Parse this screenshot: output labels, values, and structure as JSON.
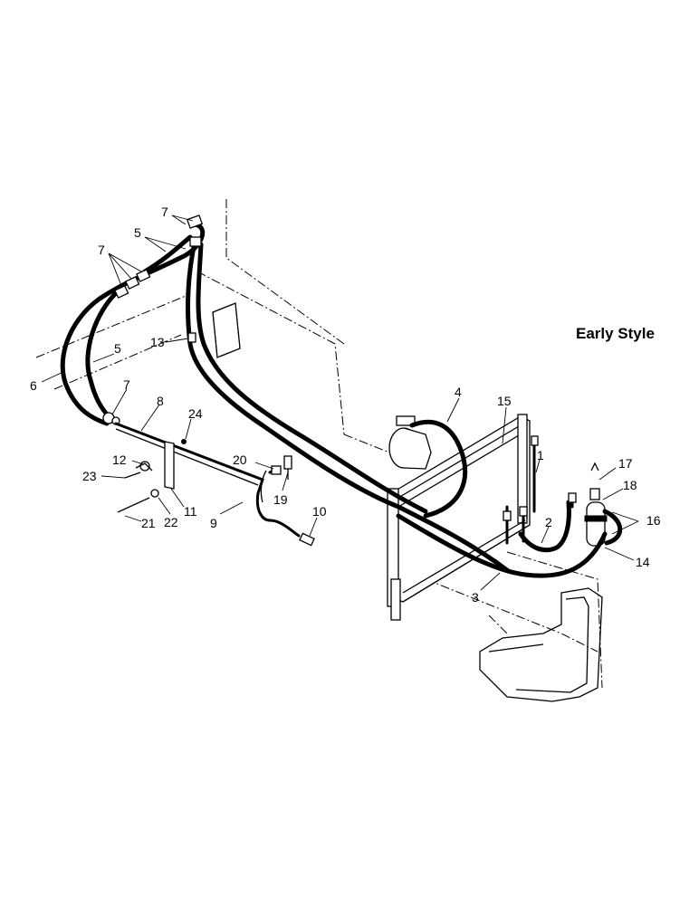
{
  "title": "Early Style",
  "callouts": [
    {
      "id": "c1",
      "text": "1"
    },
    {
      "id": "c2",
      "text": "2"
    },
    {
      "id": "c3",
      "text": "3"
    },
    {
      "id": "c4",
      "text": "4"
    },
    {
      "id": "c5a",
      "text": "5"
    },
    {
      "id": "c5b",
      "text": "5"
    },
    {
      "id": "c6",
      "text": "6"
    },
    {
      "id": "c7a",
      "text": "7"
    },
    {
      "id": "c7b",
      "text": "7"
    },
    {
      "id": "c7c",
      "text": "7"
    },
    {
      "id": "c8",
      "text": "8"
    },
    {
      "id": "c9",
      "text": "9"
    },
    {
      "id": "c10",
      "text": "10"
    },
    {
      "id": "c11",
      "text": "11"
    },
    {
      "id": "c12",
      "text": "12"
    },
    {
      "id": "c13",
      "text": "13"
    },
    {
      "id": "c14",
      "text": "14"
    },
    {
      "id": "c15",
      "text": "15"
    },
    {
      "id": "c16",
      "text": "16"
    },
    {
      "id": "c17",
      "text": "17"
    },
    {
      "id": "c18",
      "text": "18"
    },
    {
      "id": "c19",
      "text": "19"
    },
    {
      "id": "c20",
      "text": "20"
    },
    {
      "id": "c21",
      "text": "21"
    },
    {
      "id": "c22",
      "text": "22"
    },
    {
      "id": "c23",
      "text": "23"
    },
    {
      "id": "c24",
      "text": "24"
    }
  ]
}
